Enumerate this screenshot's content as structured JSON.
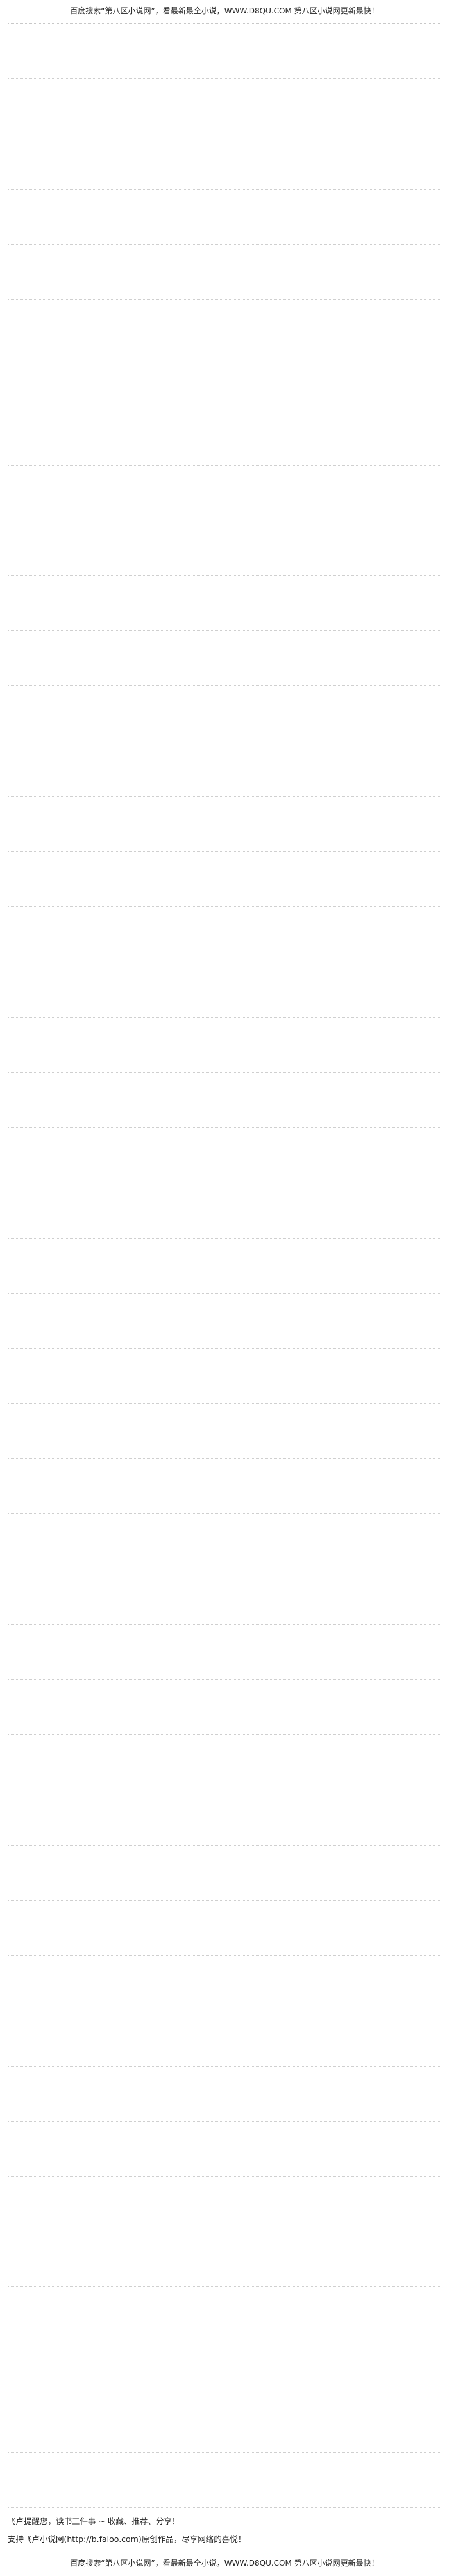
{
  "site_notice": "百度搜索“第八区小说网”，看最新最全小说，WWW.D8QU.COM 第八区小说网更新最快！",
  "intro_lines": [
    "",
    ""
  ],
  "paragraphs": [
    "",
    "",
    "",
    "",
    "",
    "",
    "",
    "",
    "",
    "",
    "",
    "",
    "",
    "",
    "",
    "",
    "",
    "",
    "",
    "",
    "",
    "",
    "",
    "",
    "",
    "",
    "",
    "",
    "",
    "",
    "",
    "",
    "",
    "",
    "",
    "",
    "",
    "",
    "",
    "",
    "",
    "",
    "",
    "",
    ""
  ],
  "closing": {
    "reminder": "飞卢提醒您，读书三件事 ~ 收藏、推荐、分享！",
    "support": "支持飞卢小说网(http://b.faloo.com)原创作品，尽享网络的喜悦！"
  },
  "footer_notice": "百度搜索“第八区小说网”，看最新最全小说，WWW.D8QU.COM 第八区小说网更新最快！"
}
